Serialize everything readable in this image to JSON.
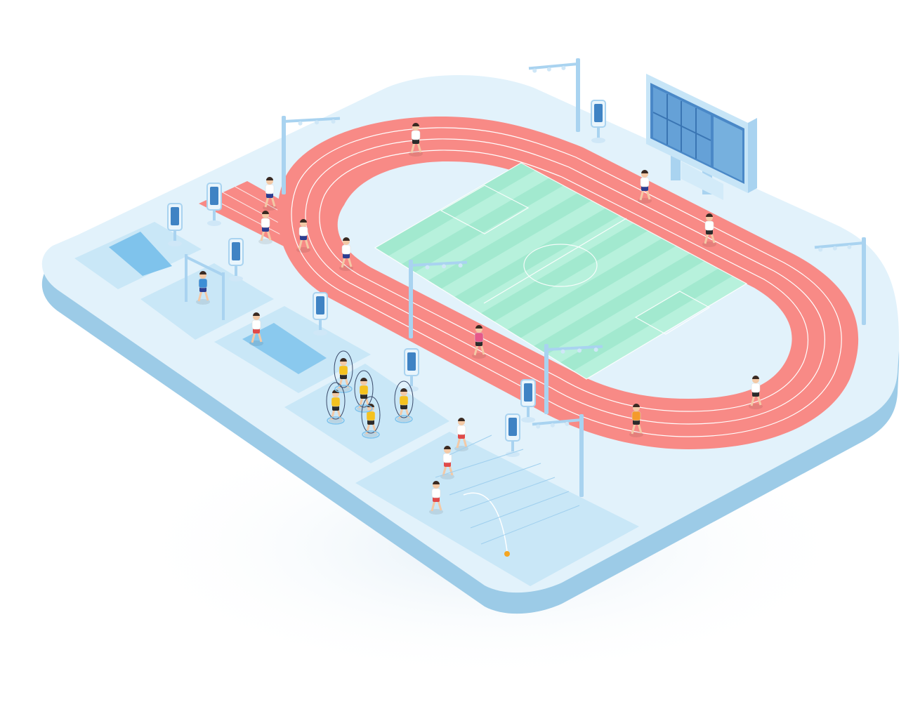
{
  "scene": {
    "subject": "isometric-smart-sports-campus",
    "colors": {
      "background": "#ffffff",
      "platform_top": "#e2f2fb",
      "platform_side": "#9ccbe7",
      "platform_edge": "#c4e2f4",
      "zone_fill": "#c9e7f7",
      "track": "#f88a86",
      "track_line": "#ffffff",
      "field_light": "#b7f1dc",
      "field_dark": "#a2e9cf",
      "pole": "#a9d3f0",
      "screen_dark": "#3f83c4",
      "screen_light": "#7bb2de",
      "shirt_white": "#ffffff",
      "shirt_red": "#e04a4a",
      "shirt_yellow": "#f4c21f",
      "shirt_orange": "#f59a2b",
      "shirt_pink": "#e6588a",
      "shirt_blue": "#3d8fd6",
      "shorts_blue": "#2d3e91",
      "shorts_black": "#2b2b2b",
      "ball": "#f5a623"
    },
    "icons": {
      "scoreboard": "scoreboard-icon",
      "light_pole": "light-pole-icon",
      "kiosk": "kiosk-icon",
      "runner": "runner-icon",
      "jump_rope": "jump-rope-icon",
      "pull_up_bar": "pull-up-bar-icon",
      "ball": "ball-icon"
    },
    "zones": [
      "sit-up-mat",
      "pull-up-station",
      "long-jump-mat",
      "jump-rope-area",
      "ball-throw-area",
      "sprint-lanes"
    ]
  }
}
